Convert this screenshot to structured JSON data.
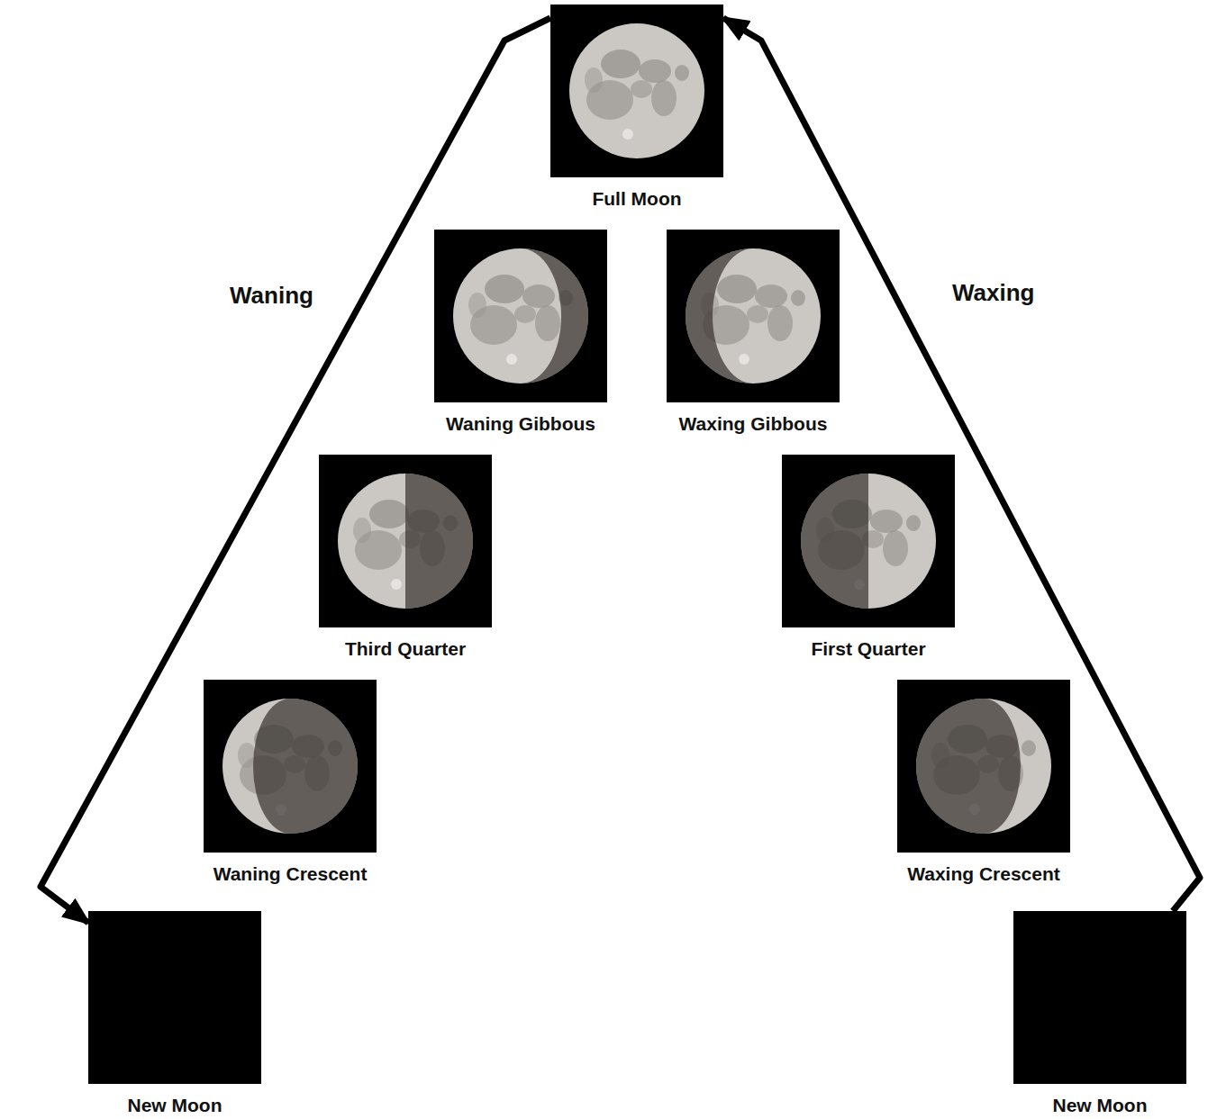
{
  "diagram": {
    "nodes": [
      {
        "text": [
          "Full Moon"
        ]
      },
      {
        "text": [
          "Waning Gibbous"
        ]
      },
      {
        "text": [
          "Waxing Gibbous"
        ]
      },
      {
        "text": [
          "Third Quarter"
        ]
      },
      {
        "text": [
          "First Quarter"
        ]
      },
      {
        "text": [
          "Waning Crescent"
        ]
      },
      {
        "text": [
          "Waxing Crescent"
        ]
      },
      {
        "text": [
          "New Moon"
        ]
      },
      {
        "text": [
          "New Moon"
        ]
      }
    ],
    "edges": [
      {
        "from": 8,
        "to": 0,
        "arrow": "to"
      },
      {
        "from": 0,
        "to": 7,
        "arrow": "to"
      }
    ],
    "labels": [
      "Waning",
      "Waxing"
    ]
  }
}
